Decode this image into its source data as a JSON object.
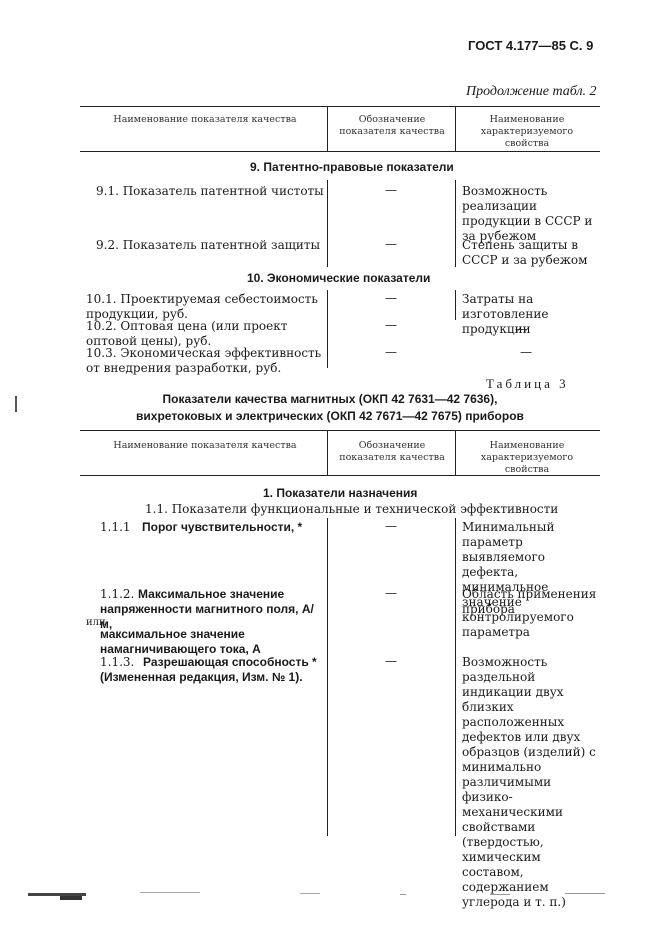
{
  "header": {
    "doc_ref": "ГОСТ 4.177—85 С. 9",
    "continuation": "Продолжение табл. 2"
  },
  "table2": {
    "columns": [
      "Наименование показателя качества",
      "Обозначение показателя качества",
      "Наименование характеризуемого свойства"
    ],
    "section9_title": "9. Патентно-правовые показатели",
    "rows9": [
      {
        "name": "9.1. Показатель патентной чистоты",
        "symbol": "—",
        "property": "Возможность реализации продукции в СССР и за рубежом"
      },
      {
        "name": "9.2. Показатель патентной защиты",
        "symbol": "—",
        "property": "Степень защиты в СССР и за рубежом"
      }
    ],
    "section10_title": "10. Экономические показатели",
    "rows10": [
      {
        "name": "10.1. Проектируемая себестоимость продукции, руб.",
        "symbol": "—",
        "property": "Затраты на изготовление продукции"
      },
      {
        "name": "10.2. Оптовая цена (или проект оптовой цены), руб.",
        "symbol": "—",
        "property": "—"
      },
      {
        "name": "10.3. Экономическая эффективность от внедрения разработки, руб.",
        "symbol": "—",
        "property": "—"
      }
    ]
  },
  "table3": {
    "label": "Таблица 3",
    "title_line1": "Показатели качества магнитных (ОКП 42 7631—42 7636),",
    "title_line2": "вихретоковых и электрических (ОКП 42 7671—42 7675) приборов",
    "columns": [
      "Наименование показателя качества",
      "Обозначение показателя качества",
      "Наименование характеризуемого свойства"
    ],
    "section1_title": "1. Показатели назначения",
    "subsection_title": "1.1. Показатели функциональные и технической эффективности",
    "rows": [
      {
        "num": "1.1.1",
        "name": "Порог чувствительности, *",
        "symbol": "—",
        "property": "Минимальный параметр выявляемого дефекта, минимальное значение контролируемого параметра"
      },
      {
        "num": "1.1.2.",
        "name": "Максимальное значение напряженности магнитного поля, А/м,",
        "or": "или",
        "name2": "максимальное значение намагничивающего тока, А",
        "symbol": "—",
        "property": "Область применения прибора"
      },
      {
        "num": "1.1.3.",
        "name": "Разрешающая способность *",
        "note": "(Измененная редакция, Изм. № 1).",
        "symbol": "—",
        "property": "Возможность раздельной индикации двух близких расположенных дефектов или двух образцов (изделий) с минимально различимыми физико-механическими свойствами (твердостью, химическим составом, содержанием углерода и т. п.)"
      }
    ]
  }
}
